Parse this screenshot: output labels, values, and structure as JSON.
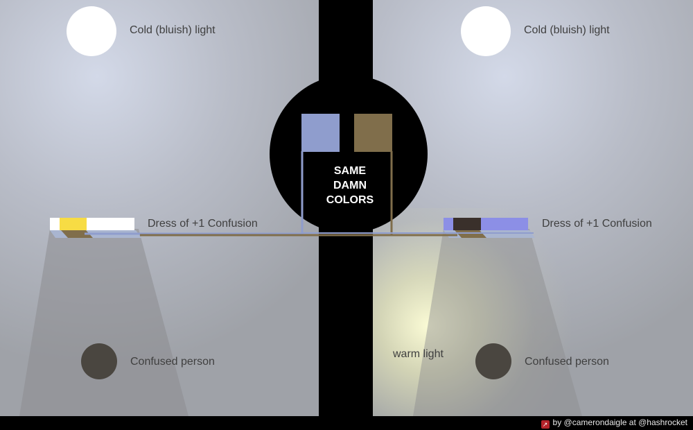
{
  "left_panel": {
    "light_label": "Cold (bluish) light",
    "dress_label": "Dress of +1 Confusion",
    "person_label": "Confused person"
  },
  "right_panel": {
    "light_label": "Cold (bluish) light",
    "dress_label": "Dress of +1 Confusion",
    "warm_light_label": "warm light",
    "person_label": "Confused person"
  },
  "center": {
    "line1": "SAME",
    "line2": "DAMN",
    "line3": "COLORS"
  },
  "footer": {
    "credit": "by @camerondaigle at @hashrocket",
    "icon": "hashrocket-logo-icon"
  },
  "colors": {
    "blue_swatch": "#8f9dcd",
    "brown_swatch": "#806e4b",
    "dress_white": "#ffffff",
    "dress_gold": "#f7dc44",
    "dress_periwinkle": "#8c8fe6",
    "dress_black": "#3a302b",
    "person": "#4a4640",
    "panel_light": "#d3d9e8",
    "panel_dark": "#9fa2a8"
  }
}
